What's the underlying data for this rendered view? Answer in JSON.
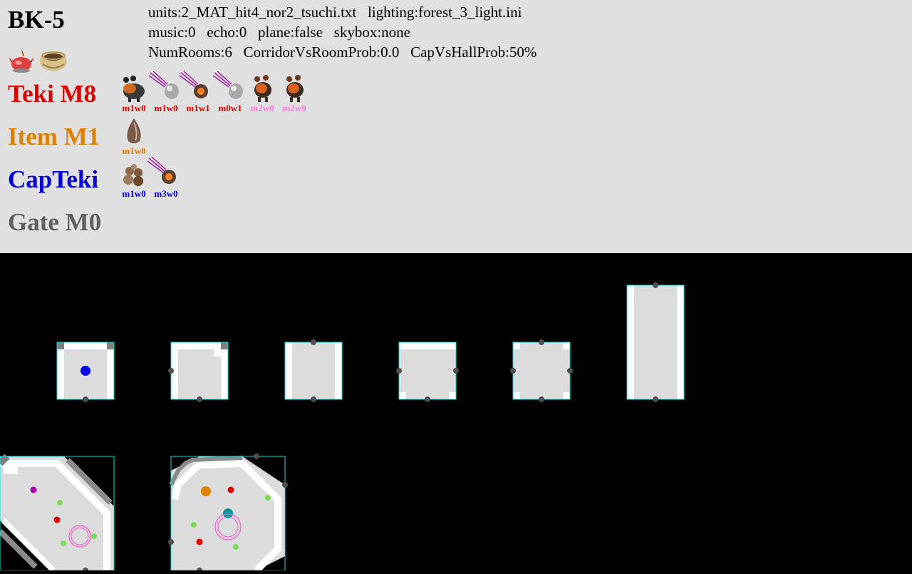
{
  "sublevel": "BK-5",
  "config": {
    "line1": "units:2_MAT_hit4_nor2_tsuchi.txt   lighting:forest_3_light.ini",
    "line2": "music:0   echo:0   plane:false   skybox:none",
    "line3": "NumRooms:6   CorridorVsRoomProb:0.0   CapVsHallProb:50%"
  },
  "colors": {
    "teki": "#dd0000",
    "item": "#e08000",
    "capteki": "#0000dd",
    "gate": "#606060",
    "special": "#ff77dd",
    "cyan": "#00e0e0"
  },
  "treasures": [
    {
      "icon": "onion-treasure-icon"
    },
    {
      "icon": "pot-treasure-icon"
    }
  ],
  "rows": {
    "teki": {
      "label": "Teki M8",
      "entries": [
        {
          "icon": "bulborb-icon",
          "code": "m1w0",
          "color": "teki"
        },
        {
          "icon": "falling-egg-icon",
          "code": "m1w0",
          "color": "teki"
        },
        {
          "icon": "falling-bomb-rock-icon",
          "code": "m1w1",
          "color": "teki"
        },
        {
          "icon": "falling-egg-icon",
          "code": "m0w1",
          "color": "teki"
        },
        {
          "icon": "fiery-bulblax-icon",
          "code": "m2w0",
          "color": "special"
        },
        {
          "icon": "fiery-bulblax-icon",
          "code": "m2w0",
          "color": "special"
        }
      ]
    },
    "item": {
      "label": "Item M1",
      "entries": [
        {
          "icon": "seed-item-icon",
          "code": "m1w0",
          "color": "item"
        }
      ]
    },
    "capteki": {
      "label": "CapTeki",
      "entries": [
        {
          "icon": "mushroom-cluster-icon",
          "code": "m1w0",
          "color": "capteki"
        },
        {
          "icon": "falling-bomb-rock-icon",
          "code": "m3w0",
          "color": "capteki"
        }
      ]
    },
    "gate": {
      "label": "Gate M0",
      "entries": []
    }
  }
}
